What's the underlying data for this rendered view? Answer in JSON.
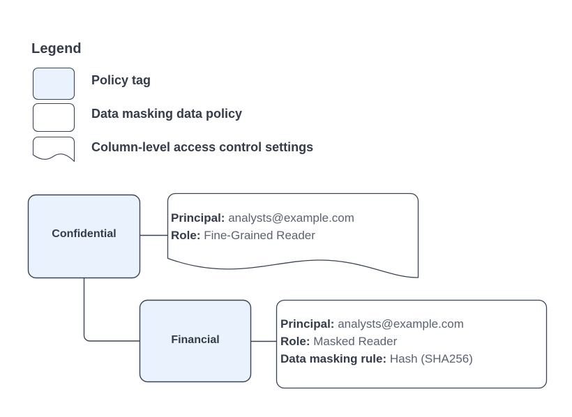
{
  "legend": {
    "title": "Legend",
    "items": [
      {
        "label": "Policy tag",
        "swatch": "rounded-rect-filled",
        "fill": "#eaf2fd"
      },
      {
        "label": "Data masking data policy",
        "swatch": "rounded-rect",
        "fill": "#ffffff"
      },
      {
        "label": "Column-level access control settings",
        "swatch": "wavy-bottom-rect",
        "fill": "#ffffff"
      }
    ]
  },
  "diagram": {
    "nodes": [
      {
        "id": "confidential",
        "label": "Confidential",
        "kind": "policy-tag"
      },
      {
        "id": "financial",
        "label": "Financial",
        "kind": "policy-tag"
      }
    ],
    "callouts": [
      {
        "id": "confidential-settings",
        "kind": "column-level-access-control-settings",
        "lines": [
          {
            "key": "Principal:",
            "value": "analysts@example.com"
          },
          {
            "key": "Role:",
            "value": "Fine-Grained Reader"
          }
        ]
      },
      {
        "id": "financial-policy",
        "kind": "data-masking-data-policy",
        "lines": [
          {
            "key": "Principal:",
            "value": "analysts@example.com"
          },
          {
            "key": "Role:",
            "value": "Masked Reader"
          },
          {
            "key": "Data masking rule:",
            "value": "Hash (SHA256)"
          }
        ]
      }
    ]
  },
  "colors": {
    "policy_tag_fill": "#eaf2fd",
    "stroke": "#3a4354",
    "text": "#343b49",
    "value_text": "#5a6270",
    "background": "#ffffff"
  }
}
